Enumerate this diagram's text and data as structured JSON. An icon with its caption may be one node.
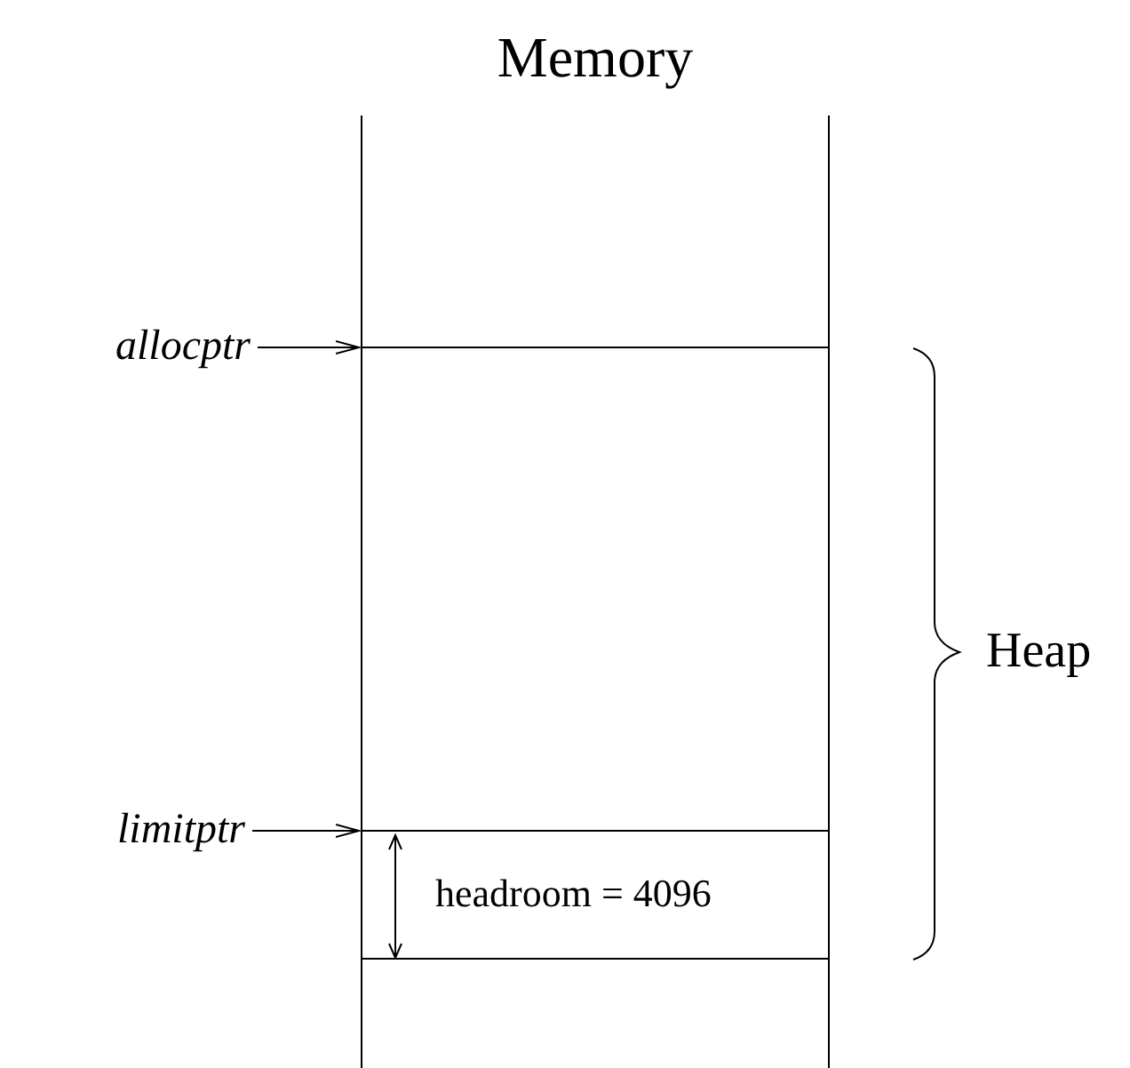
{
  "diagram": {
    "nodes": [
      {
        "text": [
          "Memory"
        ]
      },
      {
        "text": [
          "allocptr"
        ]
      },
      {
        "text": [
          "limitptr"
        ]
      },
      {
        "text": [
          "headroom = 4096"
        ],
        "in": 0
      }
    ],
    "edges": [
      {
        "from": 1,
        "to": 0,
        "arrow": "to"
      },
      {
        "from": 2,
        "to": 0,
        "arrow": "to"
      }
    ],
    "labels": [
      "Heap"
    ]
  }
}
